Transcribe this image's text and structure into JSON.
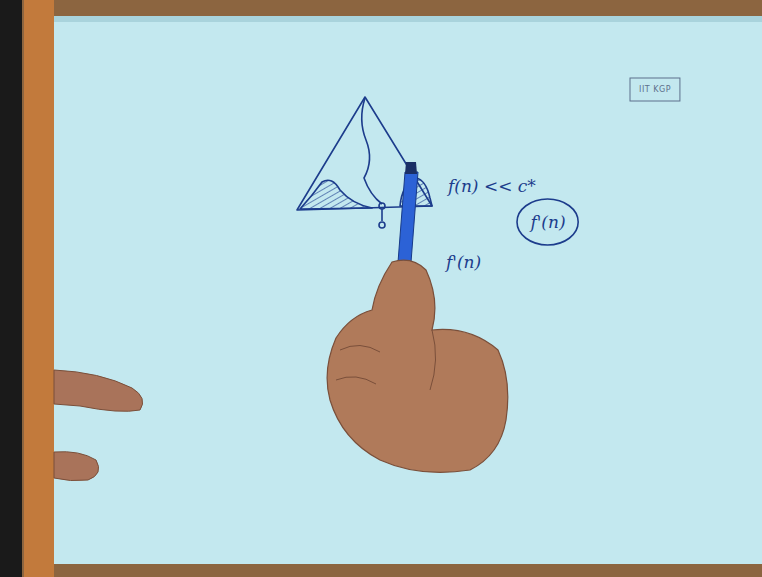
{
  "diagram": {
    "nodes": [
      {
        "text": [
          "IIT KGP"
        ]
      },
      {
        "text": [
          "f'(n)"
        ]
      }
    ],
    "labels": [
      "f(n) << c*",
      "f'(n)"
    ]
  }
}
